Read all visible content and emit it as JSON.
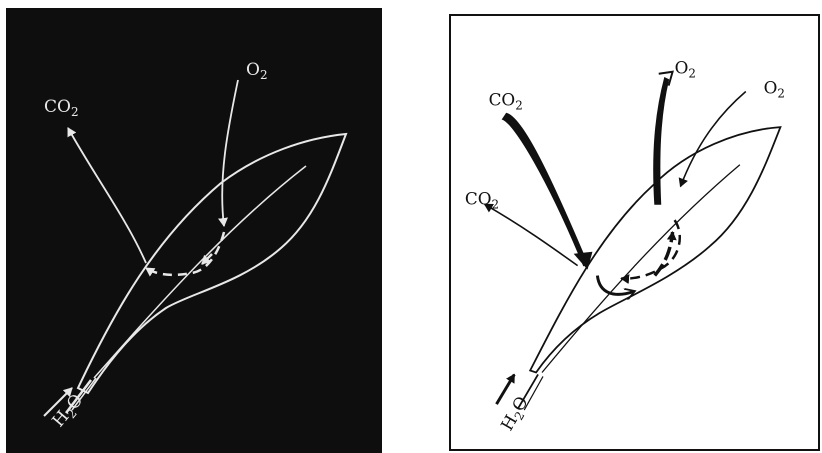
{
  "left_panel": {
    "labels": {
      "o2": {
        "main": "O",
        "sub": "2"
      },
      "co2": {
        "main": "CO",
        "sub": "2"
      },
      "h2o": {
        "a": "H",
        "sub": "2",
        "b": "O"
      }
    },
    "colors": {
      "background": "#0e0e0e",
      "stroke": "#e8e8e8"
    }
  },
  "right_panel": {
    "labels": {
      "o2_top": {
        "main": "O",
        "sub": "2"
      },
      "o2_right": {
        "main": "O",
        "sub": "2"
      },
      "co2_top": {
        "main": "CO",
        "sub": "2"
      },
      "co2_left": {
        "main": "CO",
        "sub": "2"
      },
      "h2o": {
        "a": "H",
        "sub": "2",
        "b": "O"
      }
    },
    "colors": {
      "background": "#ffffff",
      "stroke": "#111111"
    }
  }
}
